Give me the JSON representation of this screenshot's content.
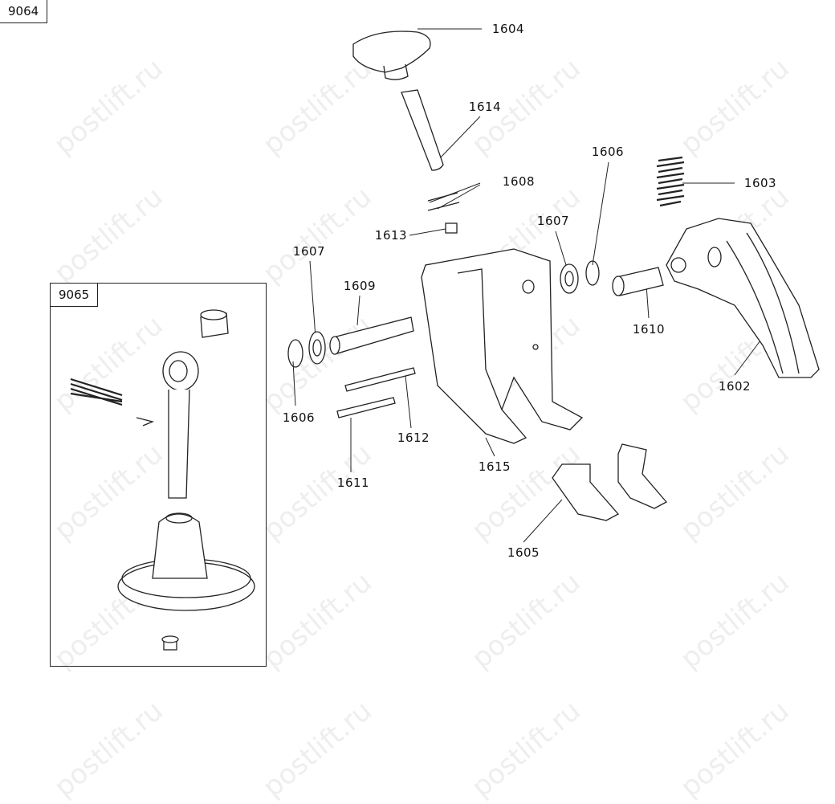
{
  "diagram": {
    "main_assembly_id": "9064",
    "sub_assembly_id": "9065",
    "parts": [
      {
        "id": "1604"
      },
      {
        "id": "1614"
      },
      {
        "id": "1608"
      },
      {
        "id": "1613"
      },
      {
        "id": "1607"
      },
      {
        "id": "1609"
      },
      {
        "id": "1606"
      },
      {
        "id": "1612"
      },
      {
        "id": "1611"
      },
      {
        "id": "1615"
      },
      {
        "id": "1605"
      },
      {
        "id": "1607"
      },
      {
        "id": "1606"
      },
      {
        "id": "1610"
      },
      {
        "id": "1603"
      },
      {
        "id": "1602"
      }
    ]
  },
  "watermark": "postlift.ru"
}
